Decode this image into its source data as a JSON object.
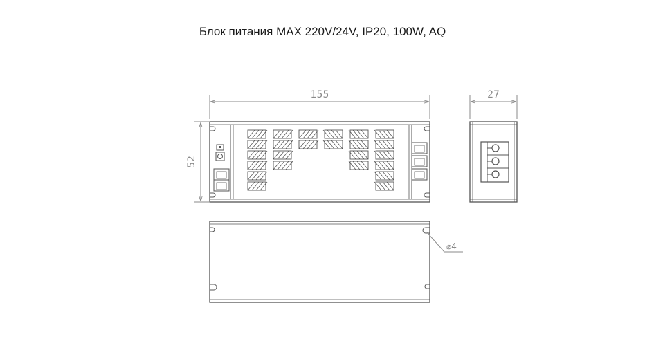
{
  "title": "Блок питания MAX 220V/24V, IP20, 100W, AQ",
  "dimensions": {
    "length": "155",
    "height": "52",
    "depth": "27",
    "hole": "⌀4"
  },
  "colors": {
    "line": "#555555",
    "dim": "#8a8a8a",
    "title": "#1a1a1a"
  }
}
